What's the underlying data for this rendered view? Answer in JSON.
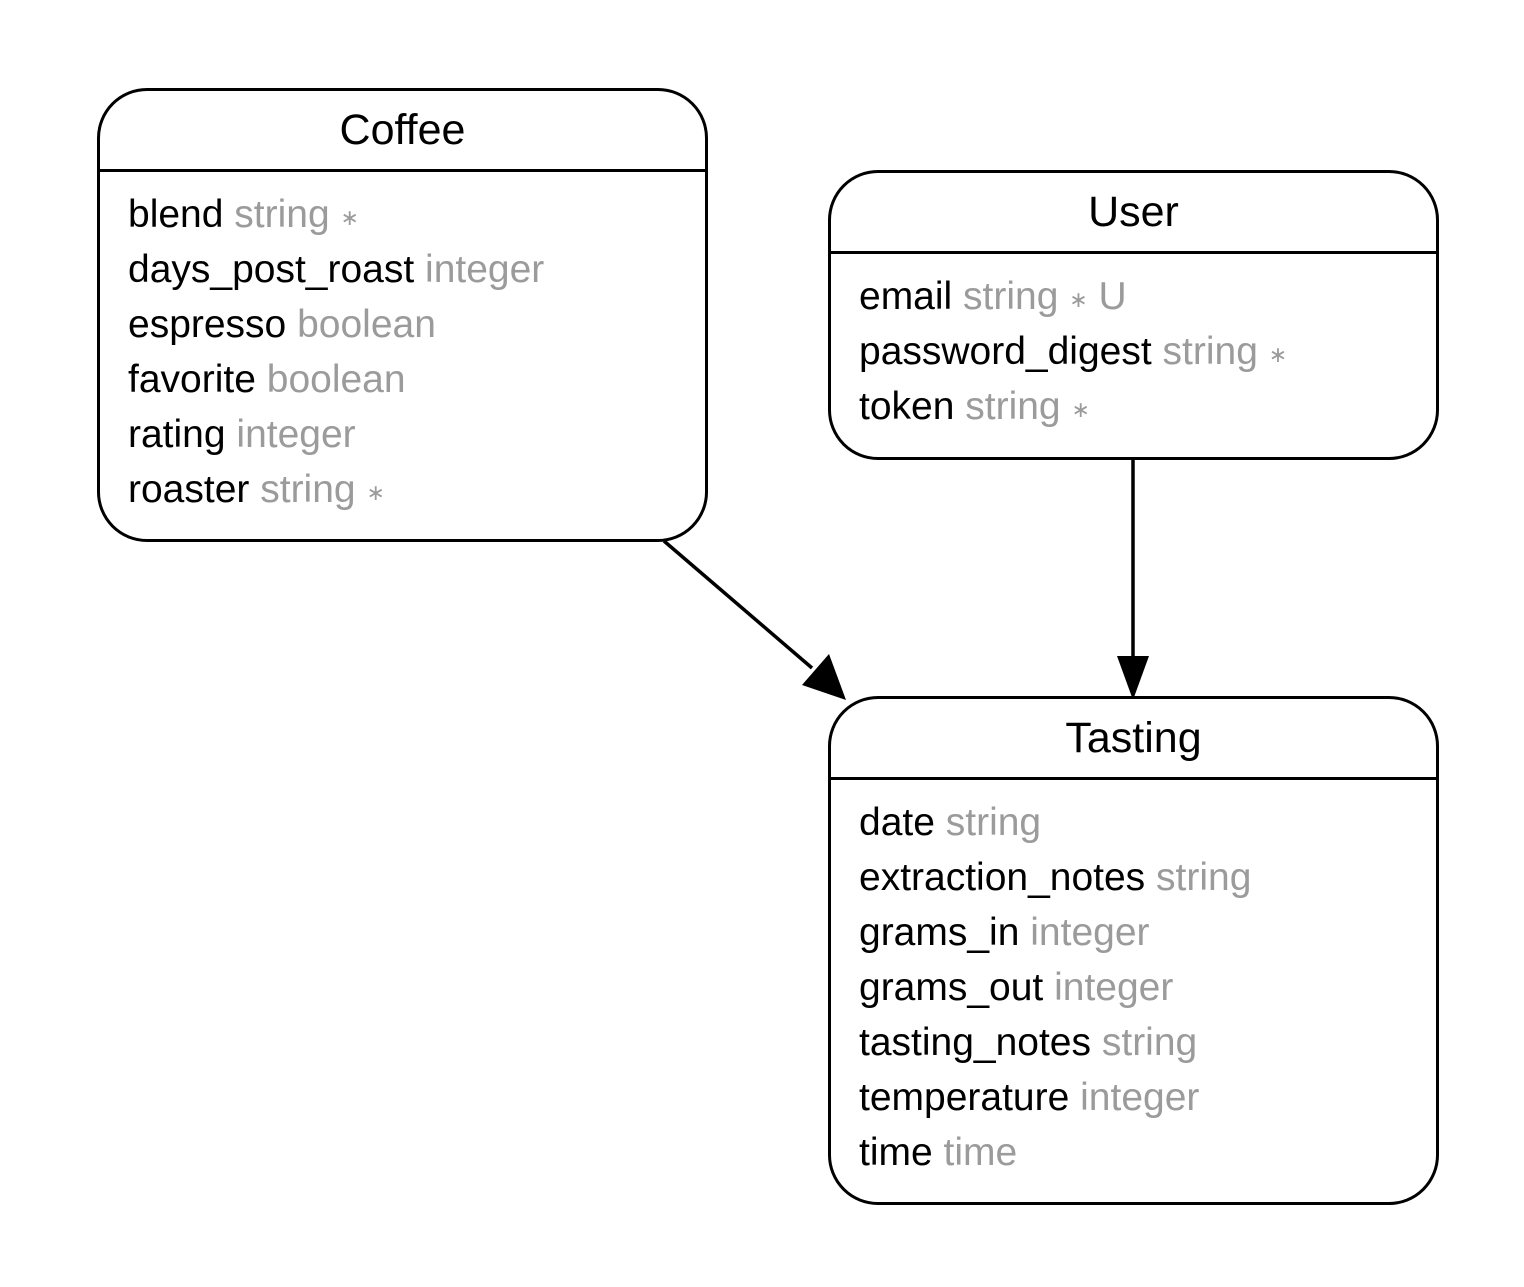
{
  "entities": {
    "coffee": {
      "title": "Coffee",
      "attributes": [
        {
          "name": "blend",
          "type": "string",
          "required": "∗",
          "unique": ""
        },
        {
          "name": "days_post_roast",
          "type": "integer",
          "required": "",
          "unique": ""
        },
        {
          "name": "espresso",
          "type": "boolean",
          "required": "",
          "unique": ""
        },
        {
          "name": "favorite",
          "type": "boolean",
          "required": "",
          "unique": ""
        },
        {
          "name": "rating",
          "type": "integer",
          "required": "",
          "unique": ""
        },
        {
          "name": "roaster",
          "type": "string",
          "required": "∗",
          "unique": ""
        }
      ]
    },
    "user": {
      "title": "User",
      "attributes": [
        {
          "name": "email",
          "type": "string",
          "required": "∗",
          "unique": "U"
        },
        {
          "name": "password_digest",
          "type": "string",
          "required": "∗",
          "unique": ""
        },
        {
          "name": "token",
          "type": "string",
          "required": "∗",
          "unique": ""
        }
      ]
    },
    "tasting": {
      "title": "Tasting",
      "attributes": [
        {
          "name": "date",
          "type": "string",
          "required": "",
          "unique": ""
        },
        {
          "name": "extraction_notes",
          "type": "string",
          "required": "",
          "unique": ""
        },
        {
          "name": "grams_in",
          "type": "integer",
          "required": "",
          "unique": ""
        },
        {
          "name": "grams_out",
          "type": "integer",
          "required": "",
          "unique": ""
        },
        {
          "name": "tasting_notes",
          "type": "string",
          "required": "",
          "unique": ""
        },
        {
          "name": "temperature",
          "type": "integer",
          "required": "",
          "unique": ""
        },
        {
          "name": "time",
          "type": "time",
          "required": "",
          "unique": ""
        }
      ]
    }
  },
  "relations": [
    {
      "from": "Coffee",
      "to": "Tasting"
    },
    {
      "from": "User",
      "to": "Tasting"
    }
  ],
  "colors": {
    "border": "#000000",
    "attribute_name": "#000000",
    "attribute_type": "#9b9b9b"
  }
}
